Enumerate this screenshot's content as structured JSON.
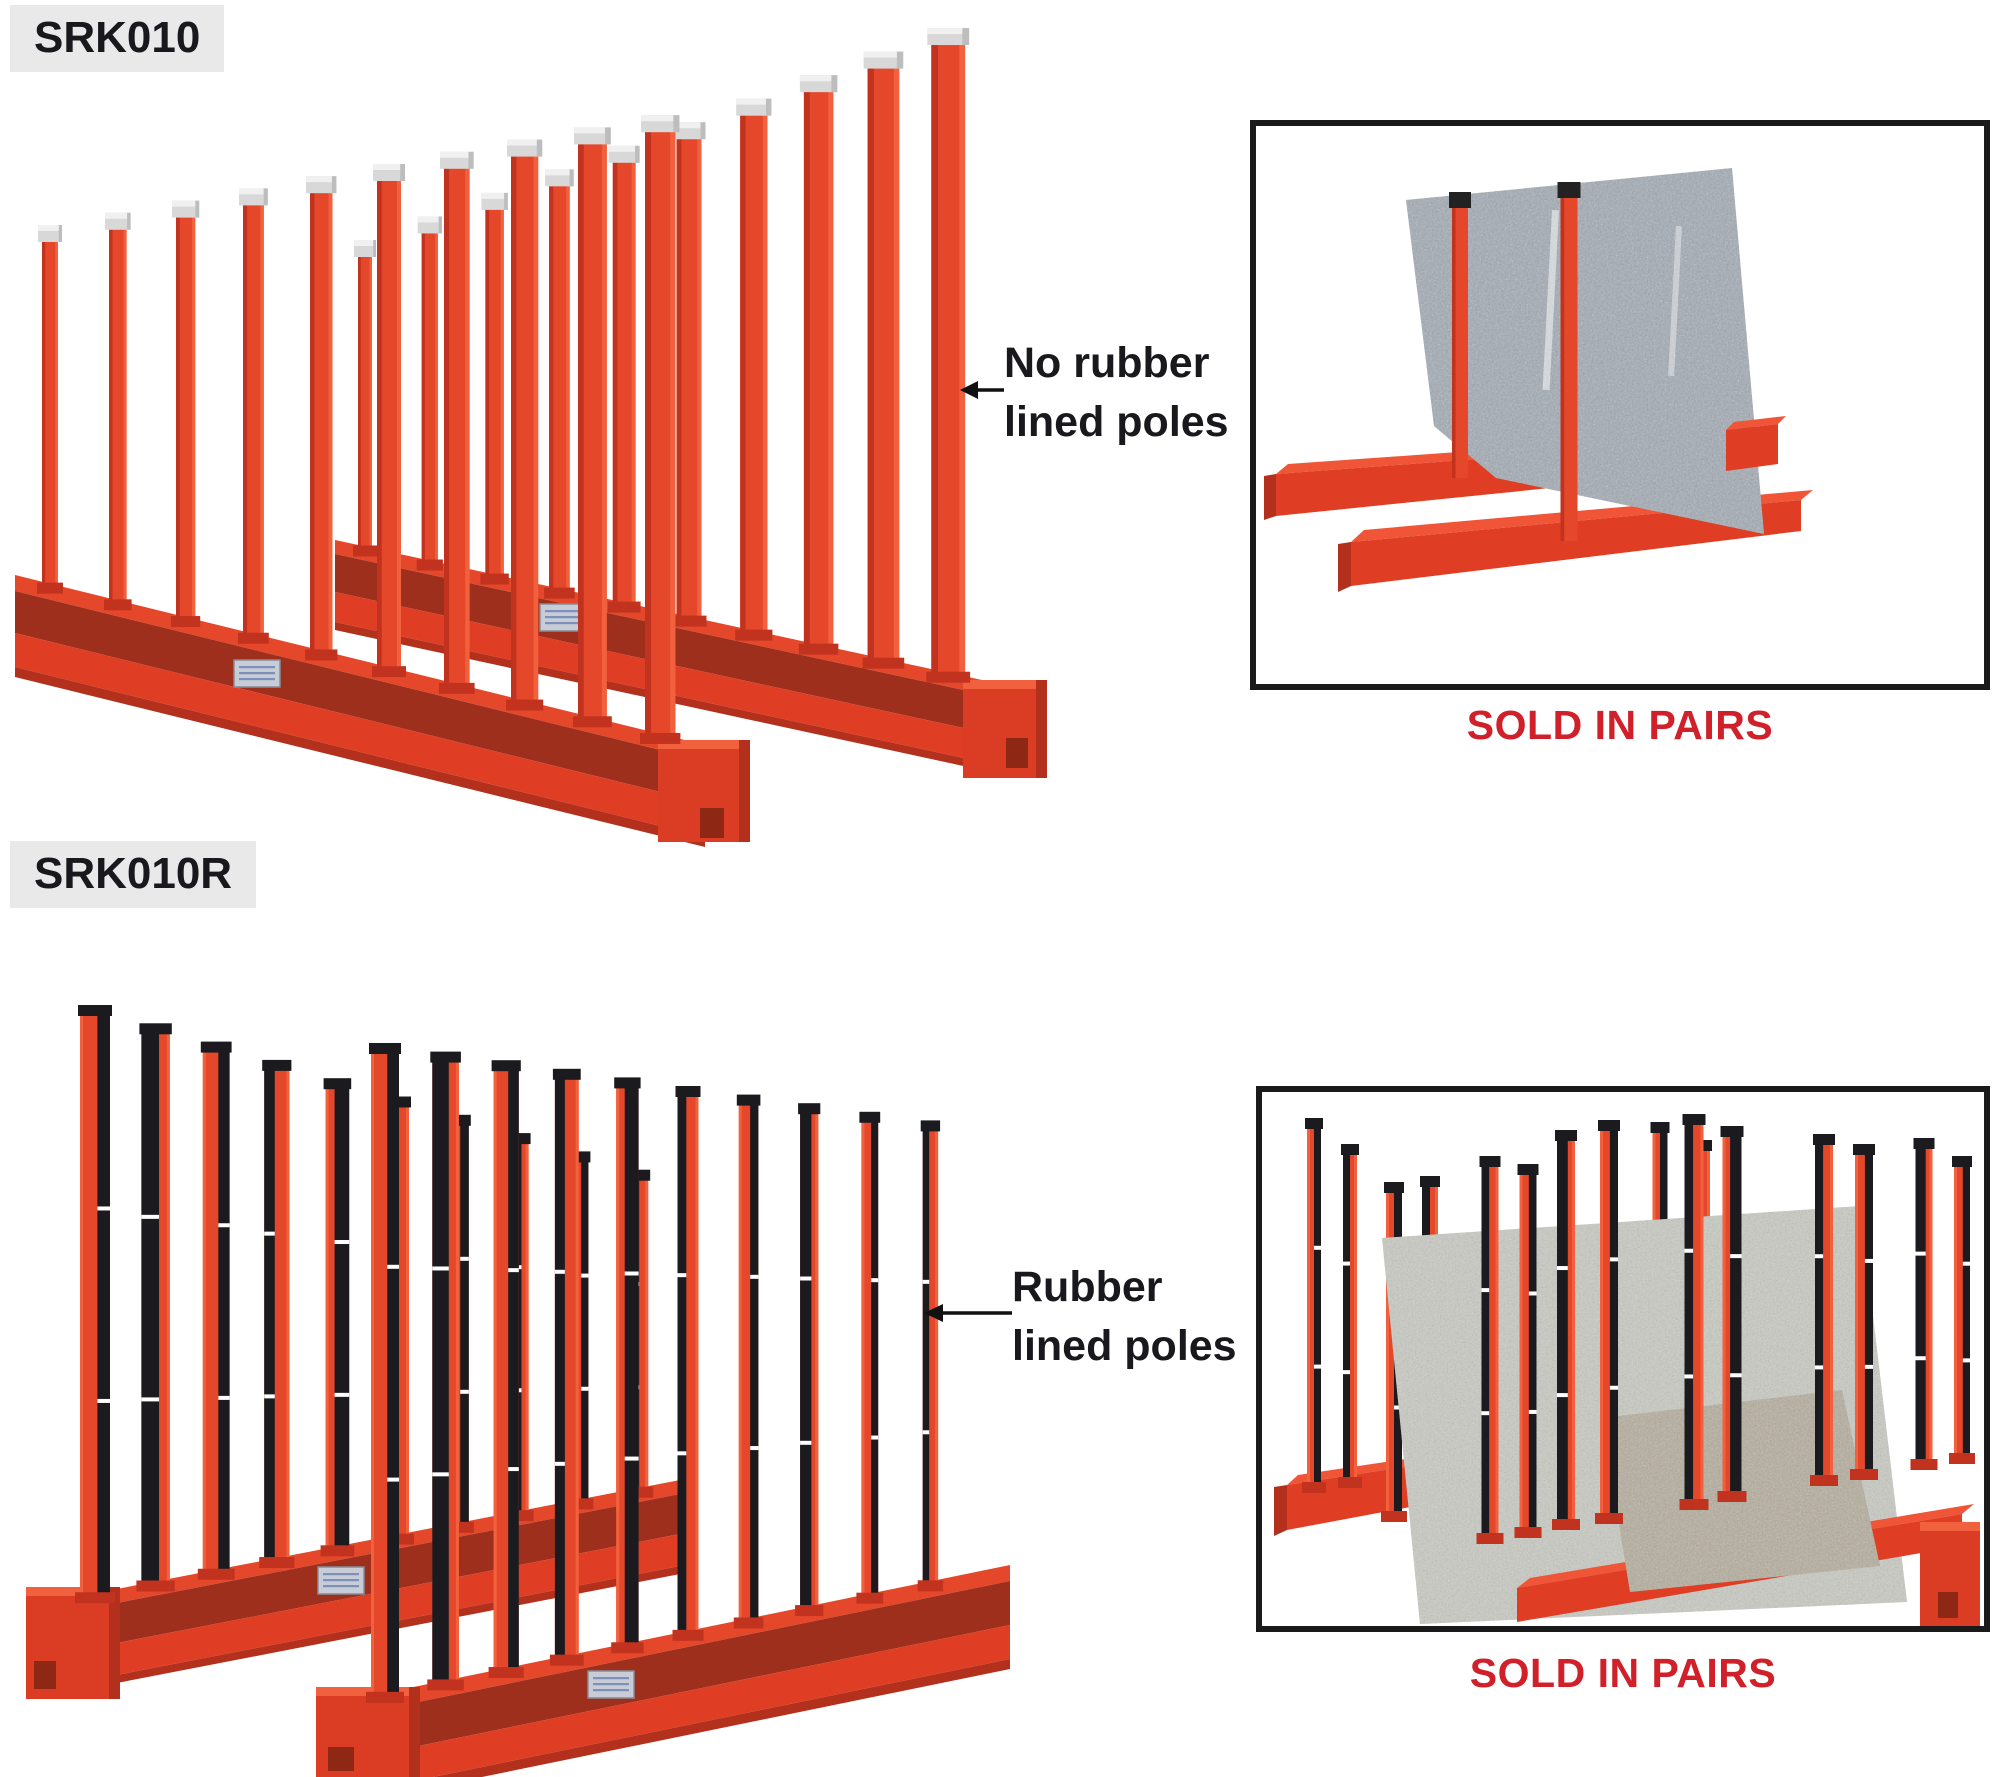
{
  "page": {
    "background": "#ffffff"
  },
  "products": [
    {
      "code": "SRK010",
      "annotation_line1": "No rubber",
      "annotation_line2": "lined poles",
      "caption": "SOLD IN PAIRS",
      "pole_type": "plain"
    },
    {
      "code": "SRK010R",
      "annotation_line1": "Rubber",
      "annotation_line2": "lined poles",
      "caption": "SOLD IN PAIRS",
      "pole_type": "rubber"
    }
  ],
  "icons": {
    "pole_pointer": "arrow-left-icon"
  },
  "colors": {
    "rack_red": "#e5472b",
    "rack_red_deep": "#df3e24",
    "rack_red_dark": "#c2331f",
    "rack_red_light": "#f2613e",
    "beam_web": "#9e2f1d",
    "beam_shadow": "#b2301c",
    "end_block": "#da3d24",
    "tab_dark": "#8f2715",
    "rubber_black": "#1b1b1f",
    "cap_gray": "#d8d8d8",
    "caption_red": "#d0202a",
    "text_dark": "#19191d",
    "badge_bg": "#e9e9e9",
    "photo_border": "#1a1a1a",
    "granite_gray": "#a2aab4",
    "granite_light": "#c9cbc3",
    "granite_beige": "#b5ad9c",
    "plate_silver": "#c7ccd6"
  }
}
